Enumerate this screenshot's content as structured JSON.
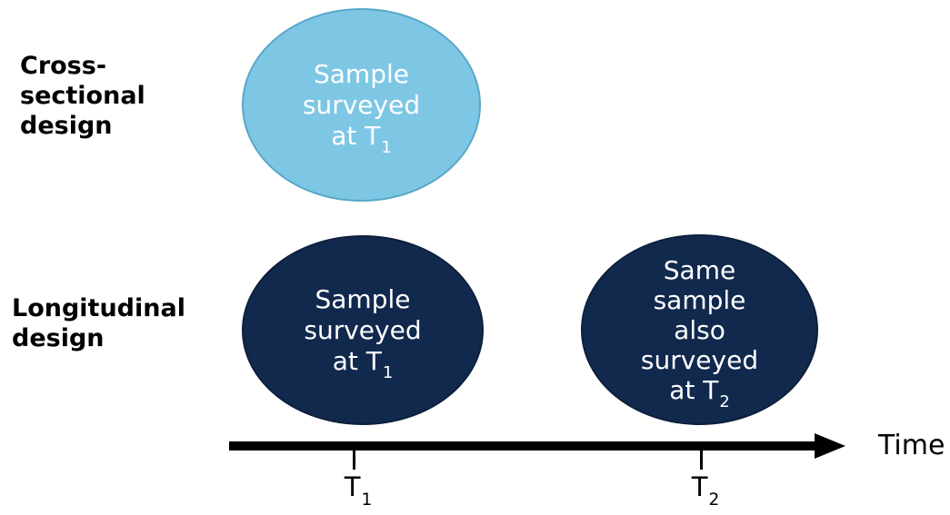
{
  "diagram": {
    "title_semantic": "Cross-sectional vs longitudinal survey design timeline",
    "colors": {
      "background": "#FFFFFF",
      "light_blue_fill": "#7EC7E4",
      "light_blue_border": "#58A7C8",
      "navy_fill": "#12294E",
      "navy_border": "#0D1F3C",
      "ellipse_text": "#FFFFFF",
      "label_text": "#000000",
      "timeline": "#000000"
    },
    "row_labels": {
      "cross_sectional": {
        "line1": "Cross-",
        "line2": "sectional",
        "line3": "design"
      },
      "longitudinal": {
        "line1": "Longitudinal",
        "line2": "design"
      }
    },
    "ellipses": {
      "cross_sectional_sample": {
        "line1": "Sample",
        "line2": "surveyed",
        "line3_text": "at T",
        "line3_sub": "1"
      },
      "longitudinal_sample_t1": {
        "line1": "Sample",
        "line2": "surveyed",
        "line3_text": "at T",
        "line3_sub": "1"
      },
      "longitudinal_sample_t2": {
        "line1": "Same",
        "line2": "sample",
        "line3": "also",
        "line4": "surveyed",
        "line5_text": "at T",
        "line5_sub": "2"
      }
    },
    "timeline": {
      "tick1_label": "T",
      "tick1_sub": "1",
      "tick2_label": "T",
      "tick2_sub": "2",
      "axis_label": "Time"
    }
  }
}
